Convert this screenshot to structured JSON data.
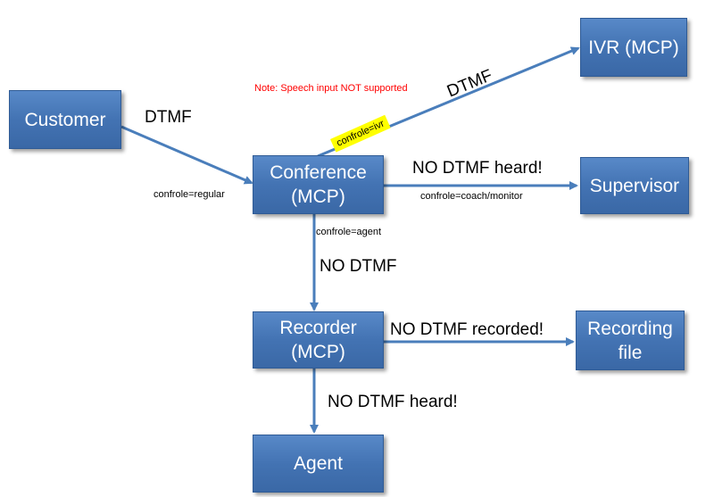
{
  "colors": {
    "node_fill": "#4a7ebb",
    "node_border": "#2f5b95",
    "arrow": "#4a7ebb",
    "note_text": "#ff0000",
    "tag_highlight": "#ffff00"
  },
  "nodes": {
    "customer": "Customer",
    "conference": "Conference\n(MCP)",
    "ivr": "IVR (MCP)",
    "supervisor": "Supervisor",
    "recorder": "Recorder\n(MCP)",
    "recording_file": "Recording\nfile",
    "agent": "Agent"
  },
  "edges": {
    "customer_to_conference": {
      "label": "DTMF",
      "role": "confrole=regular"
    },
    "conference_to_ivr": {
      "label": "DTMF",
      "role": "confrole=ivr"
    },
    "conference_to_supervisor": {
      "label": "NO DTMF heard!",
      "role": "confrole=coach/monitor"
    },
    "conference_to_recorder": {
      "label": "NO DTMF",
      "role": "confrole=agent"
    },
    "recorder_to_recording_file": {
      "label": "NO DTMF recorded!"
    },
    "recorder_to_agent": {
      "label": "NO DTMF heard!"
    }
  },
  "note": "Note: Speech input NOT supported"
}
